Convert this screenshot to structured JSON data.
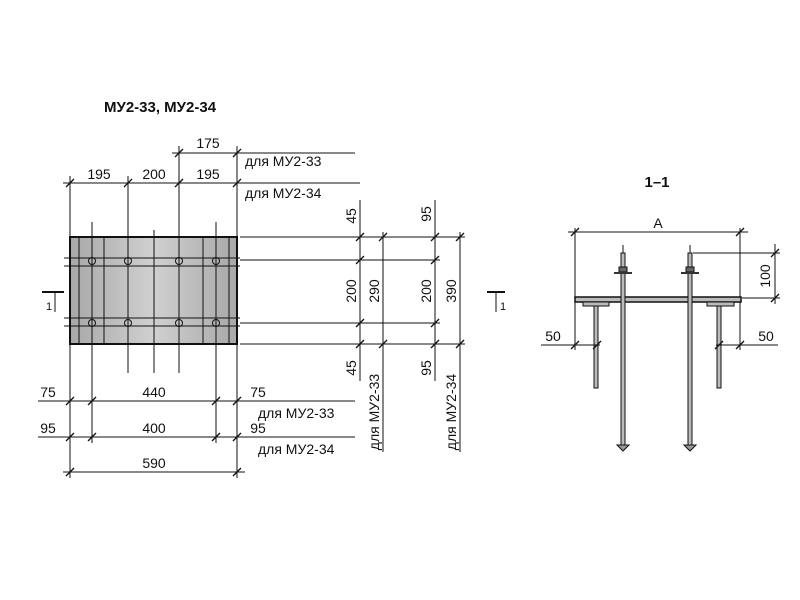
{
  "plan": {
    "title": "МУ2-33, МУ2-34",
    "top_dims": {
      "d1": "195",
      "d2": "200",
      "d3": "195",
      "d4": "175",
      "label_33": "для МУ2-33",
      "label_34": "для МУ2-34"
    },
    "right_dims": {
      "a_top": "45",
      "a_mid": "200",
      "a_bot": "45",
      "a_total": "290",
      "a_label": "для МУ2-33",
      "b_top": "95",
      "b_mid": "200",
      "b_bot": "95",
      "b_total": "390",
      "b_label": "для МУ2-34"
    },
    "bottom_dims": {
      "r1_left": "75",
      "r1_mid": "440",
      "r1_right": "75",
      "r1_label": "для МУ2-33",
      "r2_left": "95",
      "r2_mid": "400",
      "r2_right": "95",
      "r2_label": "для МУ2-34",
      "total": "590"
    },
    "section_mark_left": "1",
    "section_mark_right": "1"
  },
  "section": {
    "title": "1–1",
    "width_label": "A",
    "bolt_projection": "100",
    "edge_left": "50",
    "edge_right": "50"
  },
  "colors": {
    "plate_light": "#d0d0d0",
    "plate_dark": "#a8a8a8",
    "line": "#111111"
  }
}
